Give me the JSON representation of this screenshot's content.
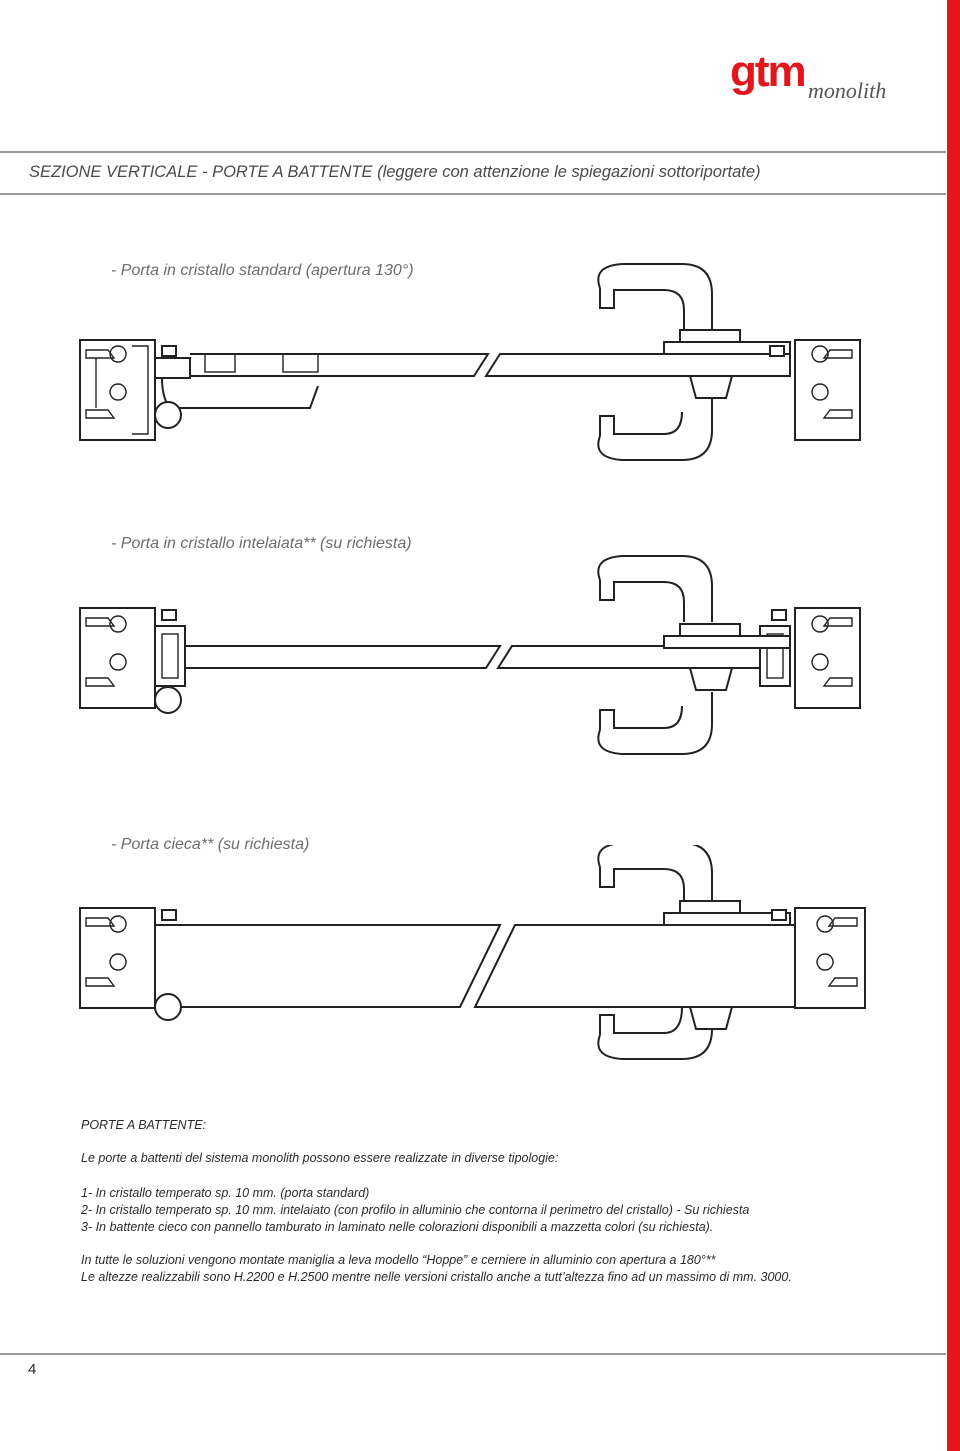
{
  "brand": {
    "logo_word": "gtm",
    "logo_sub": "monolith",
    "accent": "#e2161b"
  },
  "page_title": "SEZIONE VERTICALE - PORTE A BATTENTE (leggere con attenzione le spiegazioni sottoriportate)",
  "sections": [
    {
      "caption": "- Porta in cristallo standard (apertura 130°)"
    },
    {
      "caption": "- Porta in cristallo intelaiata** (su richiesta)"
    },
    {
      "caption": "- Porta cieca** (su richiesta)"
    }
  ],
  "text": {
    "heading": "PORTE A BATTENTE:",
    "intro": "Le porte a battenti del sistema monolith possono essere realizzate in diverse tipologie:",
    "items": [
      "1- In cristallo temperato sp. 10 mm. (porta standard)",
      "2- In cristallo temperato sp. 10 mm. intelaiato (con profilo in alluminio che contorna il perimetro del cristallo) - Su richiesta",
      "3- In battente cieco con pannello tamburato in laminato nelle colorazioni disponibili a mazzetta colori (su richiesta)."
    ],
    "note_1": "In tutte le soluzioni vengono montate maniglia a leva modello “Hoppe” e cerniere in alluminio con apertura a 180°**",
    "note_2": "Le altezze realizzabili sono H.2200 e H.2500 mentre nelle versioni cristallo anche a tutt’altezza fino ad un massimo di mm. 3000."
  },
  "page_number": "4"
}
